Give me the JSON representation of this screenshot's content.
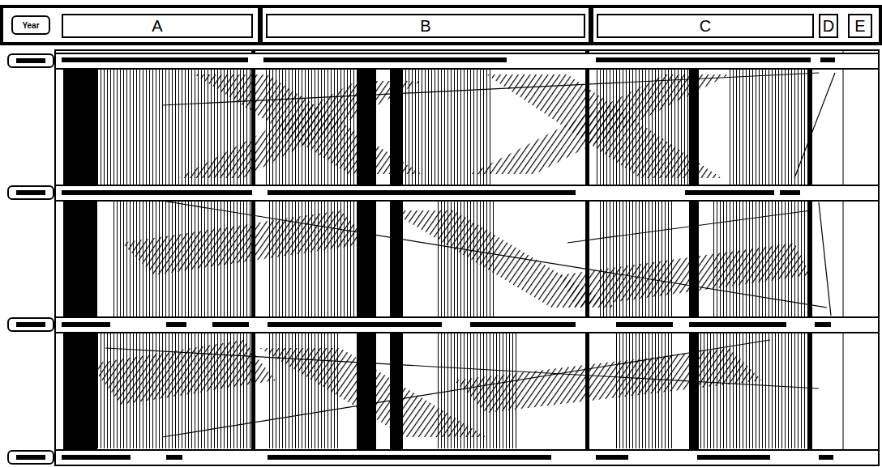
{
  "diagram": {
    "nodes": [
      {
        "text": [
          "Year"
        ]
      },
      {
        "text": [
          "A"
        ]
      },
      {
        "text": [
          "B"
        ]
      },
      {
        "text": [
          "C"
        ]
      },
      {
        "text": [
          "D"
        ]
      },
      {
        "text": [
          "E"
        ]
      }
    ]
  }
}
